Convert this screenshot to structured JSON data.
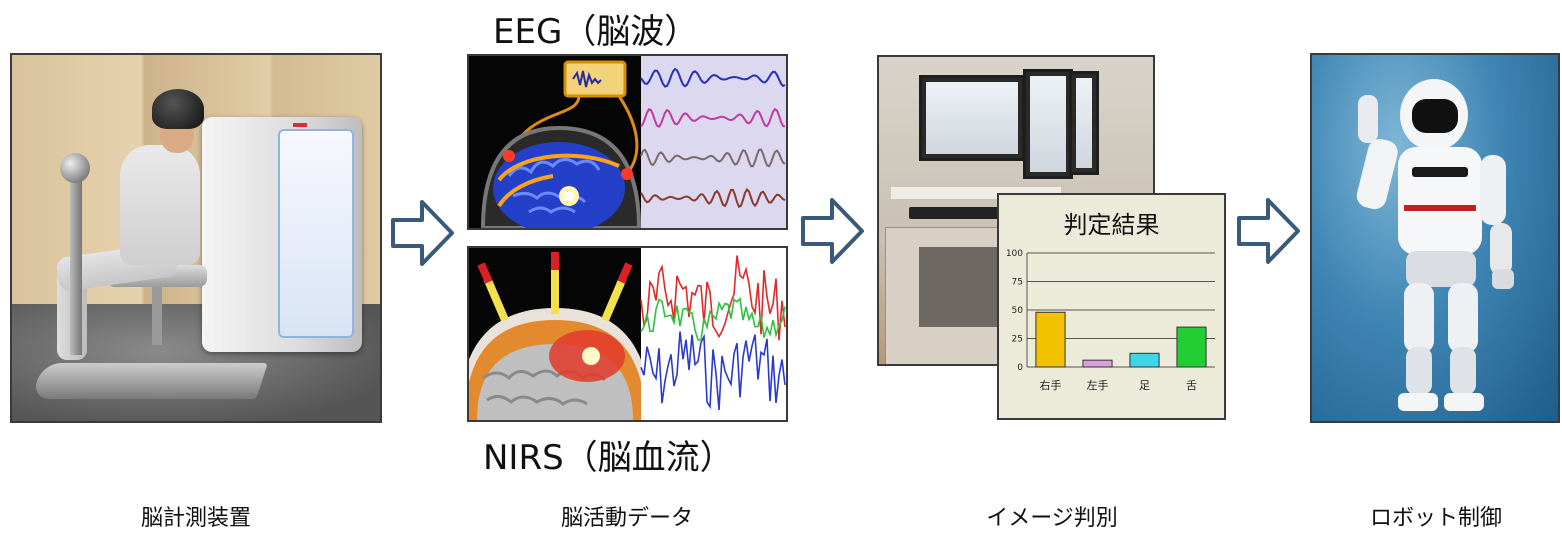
{
  "stages": [
    {
      "caption": "脳計測装置"
    },
    {
      "caption": "脳活動データ"
    },
    {
      "caption": "イメージ判別"
    },
    {
      "caption": "ロボット制御"
    }
  ],
  "eeg": {
    "title": "EEG（脳波）",
    "trace_colors": [
      "#2b2fb8",
      "#c03aa0",
      "#7a6a6a",
      "#8a3a2a"
    ]
  },
  "nirs": {
    "title": "NIRS（脳血流）"
  },
  "chart_data": {
    "type": "bar",
    "title": "判定結果",
    "categories": [
      "右手",
      "左手",
      "足",
      "舌"
    ],
    "values": [
      48,
      6,
      12,
      35
    ],
    "colors": [
      "#f2c200",
      "#d9a0d9",
      "#40d4e8",
      "#22cc33"
    ],
    "ylim": [
      0,
      100
    ],
    "yticks": [
      0,
      25,
      50,
      75,
      100
    ],
    "grid": true,
    "xlabel": "",
    "ylabel": ""
  }
}
